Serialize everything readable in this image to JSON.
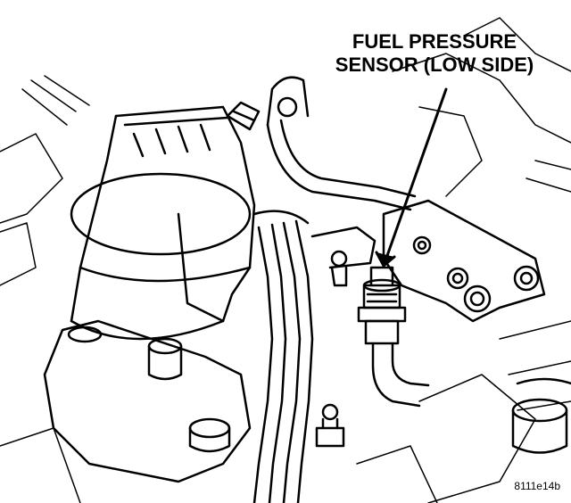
{
  "callout": {
    "line1": "FUEL PRESSURE",
    "line2": "SENSOR (LOW SIDE)"
  },
  "figure_id": "8111e14b",
  "colors": {
    "ink": "#000000",
    "paper": "#ffffff"
  }
}
